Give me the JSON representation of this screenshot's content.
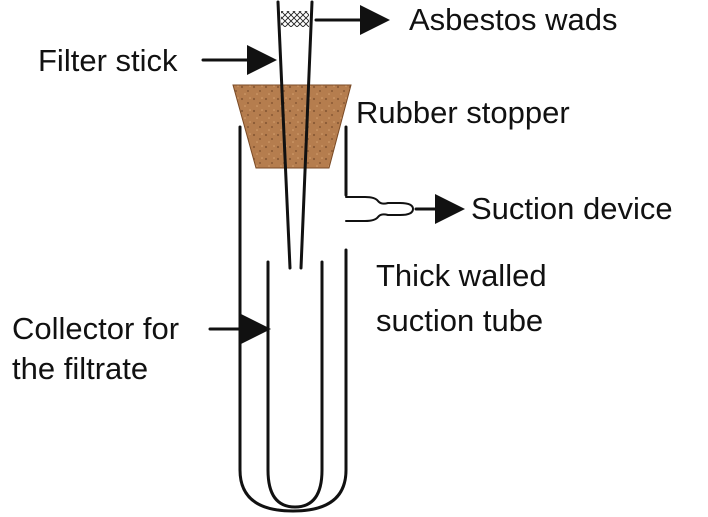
{
  "labels": {
    "asbestos_wads": "Asbestos wads",
    "filter_stick": "Filter stick",
    "rubber_stopper": "Rubber stopper",
    "suction_device": "Suction device",
    "thick_walled_line1": "Thick walled",
    "thick_walled_line2": "suction tube",
    "collector_line1": "Collector for",
    "collector_line2": "the filtrate"
  },
  "colors": {
    "stopper_fill": "#b57d4e",
    "stopper_speckle": "#8a5a35",
    "line": "#111111",
    "background": "#ffffff"
  }
}
